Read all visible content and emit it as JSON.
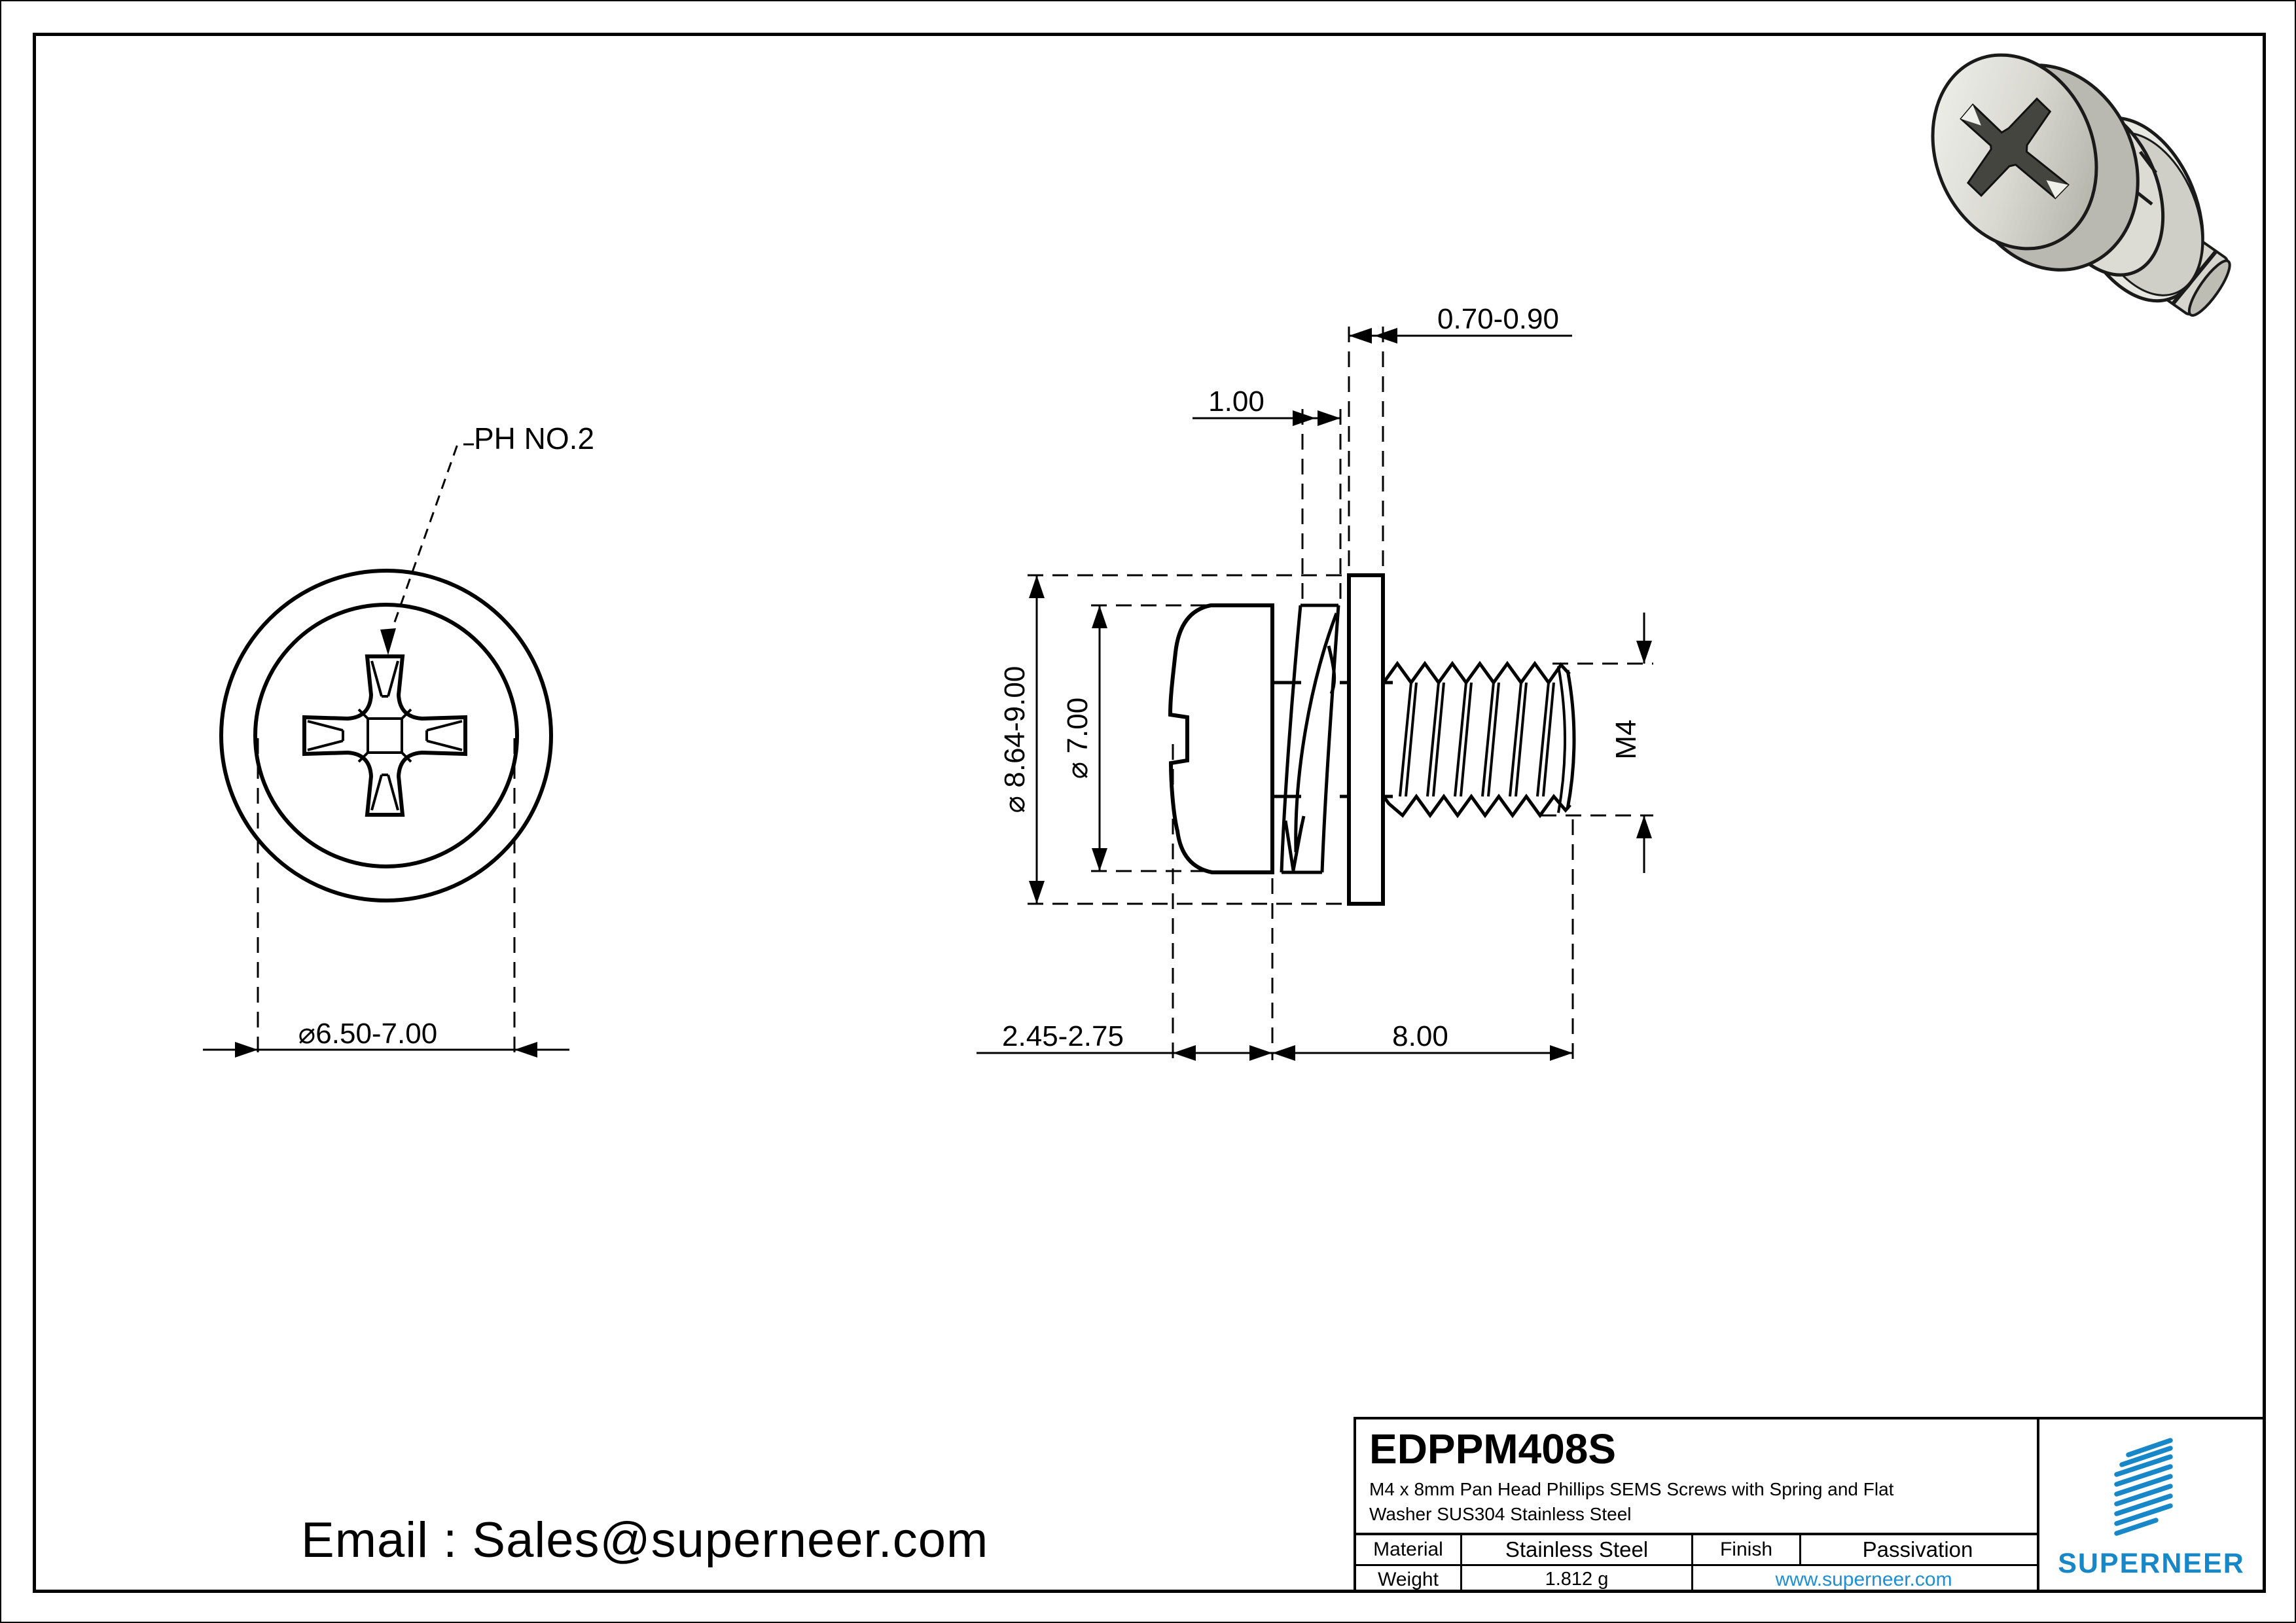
{
  "front_view": {
    "recess_label": "PH NO.2",
    "head_diameter": "⌀6.50-7.00"
  },
  "side_view": {
    "flat_washer_thickness": "0.70-0.90",
    "spring_washer_thickness": "1.00",
    "washer_od": "⌀ 8.64-9.00",
    "head_od": "⌀ 7.00",
    "thread_spec": "M4",
    "head_height": "2.45-2.75",
    "thread_length": "8.00"
  },
  "title_block": {
    "part_number": "EDPPM408S",
    "description_line1": "M4 x 8mm Pan Head Phillips SEMS Screws with Spring and Flat",
    "description_line2": "Washer SUS304 Stainless Steel",
    "material_label": "Material",
    "material_value": "Stainless Steel",
    "finish_label": "Finish",
    "finish_value": "Passivation",
    "weight_label": "Weight",
    "weight_value": "1.812 g",
    "website": "www.superneer.com",
    "brand": "SUPERNEER"
  },
  "footer": {
    "email": "Email : Sales@superneer.com"
  },
  "colors": {
    "brand_blue": "#1787c8",
    "link_blue": "#1f8fd2",
    "line_black": "#000000"
  }
}
